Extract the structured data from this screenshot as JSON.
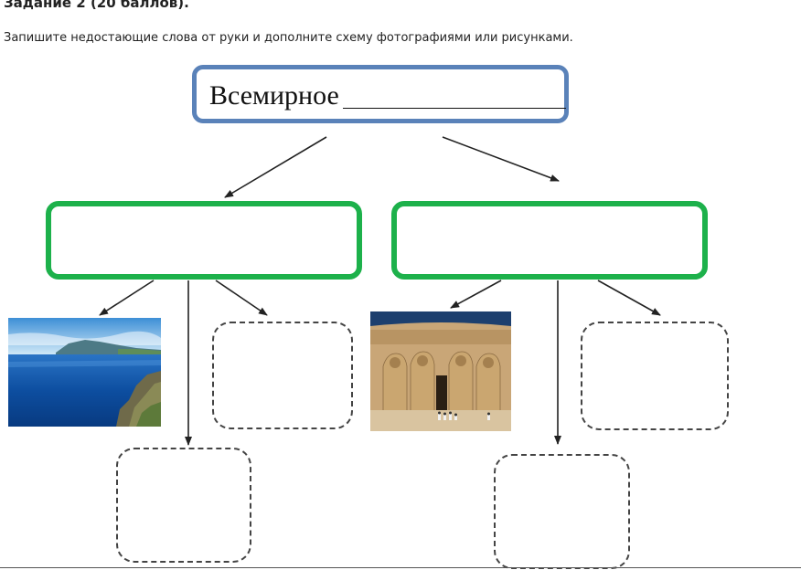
{
  "task": {
    "title": "Задание 2 (20 баллов).",
    "instruction": "Запишите недостающие слова от руки и дополните схему фотографиями или рисунками."
  },
  "diagram": {
    "top_box_text": "Всемирное"
  },
  "colors": {
    "top_border": "#5a82b9",
    "level2_border": "#1db14b",
    "dashed_border": "#444444",
    "arrow": "#222222"
  },
  "icons": {
    "photo_left": "lake-landscape-photo",
    "photo_right": "rock-temple-photo"
  }
}
